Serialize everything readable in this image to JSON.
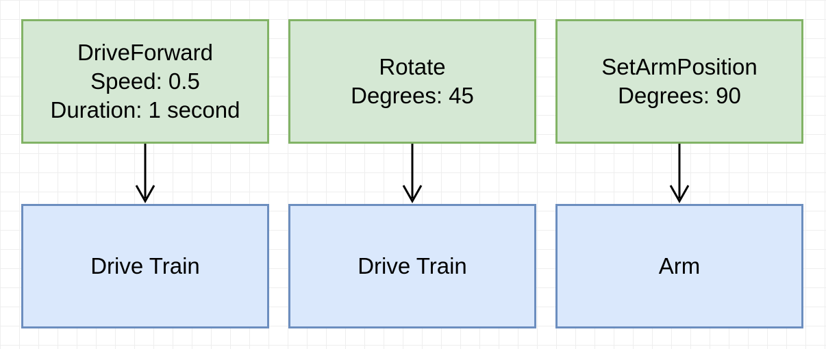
{
  "commands": [
    {
      "name": "DriveForward",
      "lines": [
        "Speed: 0.5",
        "Duration: 1 second"
      ]
    },
    {
      "name": "Rotate",
      "lines": [
        "Degrees: 45"
      ]
    },
    {
      "name": "SetArmPosition",
      "lines": [
        "Degrees: 90"
      ]
    }
  ],
  "subsystems": [
    {
      "name": "Drive Train"
    },
    {
      "name": "Drive Train"
    },
    {
      "name": "Arm"
    }
  ],
  "colors": {
    "command_fill": "#d5e8d4",
    "command_border": "#82b366",
    "subsystem_fill": "#dae8fc",
    "subsystem_border": "#6c8ebf",
    "arrow": "#000000"
  }
}
